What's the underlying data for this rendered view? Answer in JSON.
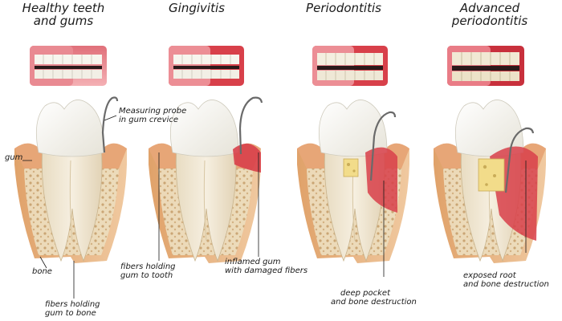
{
  "stages": [
    {
      "title_line1": "Healthy teeth",
      "title_line2": "and gums"
    },
    {
      "title_line1": "Gingivitis",
      "title_line2": ""
    },
    {
      "title_line1": "Periodontitis",
      "title_line2": ""
    },
    {
      "title_line1": "Advanced",
      "title_line2": "periodontitis"
    }
  ],
  "labels": {
    "probe_line1": "Measuring probe",
    "probe_line2": "in gum crevice",
    "gum": "gum",
    "bone": "bone",
    "fibers_bone_line1": "fibers holding",
    "fibers_bone_line2": "gum to bone",
    "fibers_tooth_line1": "fibers holding",
    "fibers_tooth_line2": "gum to tooth",
    "inflamed_line1": "inflamed gum",
    "inflamed_line2": "with damaged fibers",
    "pocket_line1": "deep pocket",
    "pocket_line2": "and  bone destruction",
    "exposed_line1": "exposed root",
    "exposed_line2": "and bone destruction"
  },
  "colors": {
    "enamel": "#f4f2ea",
    "root": "#efe4cf",
    "gum": "#e9b889",
    "bone": "#ead7b3",
    "inflamed": "#d8404a",
    "probe": "#666666"
  }
}
